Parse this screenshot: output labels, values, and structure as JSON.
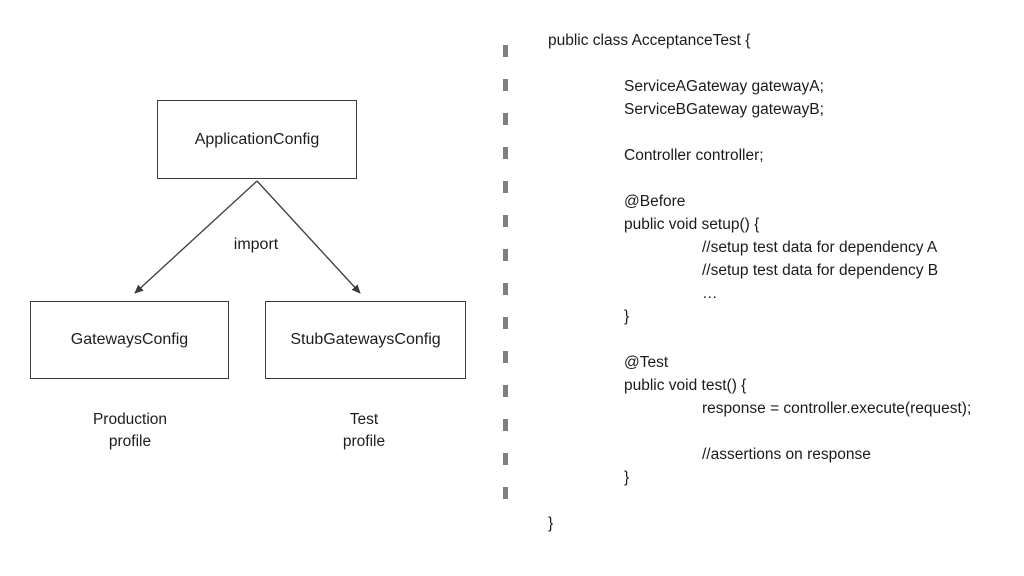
{
  "diagram": {
    "nodes": {
      "application": {
        "label": "ApplicationConfig"
      },
      "gateways": {
        "label": "GatewaysConfig"
      },
      "stub_gateways": {
        "label": "StubGatewaysConfig"
      }
    },
    "edge_label": "import",
    "captions": {
      "production": "Production\nprofile",
      "test": "Test\nprofile"
    }
  },
  "code": {
    "lines": {
      "0": {
        "text": "public class AcceptanceTest {"
      },
      "1": {
        "text": ""
      },
      "2": {
        "text": "ServiceAGateway gatewayA;"
      },
      "3": {
        "text": "ServiceBGateway gatewayB;"
      },
      "4": {
        "text": ""
      },
      "5": {
        "text": "Controller controller;"
      },
      "6": {
        "text": ""
      },
      "7": {
        "text": "@Before"
      },
      "8": {
        "text": "public void setup() {"
      },
      "9": {
        "text": "//setup test data for dependency A"
      },
      "10": {
        "text": "//setup test data for dependency B"
      },
      "11": {
        "text": "…"
      },
      "12": {
        "text": "}"
      },
      "13": {
        "text": ""
      },
      "14": {
        "text": "@Test"
      },
      "15": {
        "text": "public void test() {"
      },
      "16": {
        "text": "response = controller.execute(request);"
      },
      "17": {
        "text": ""
      },
      "18": {
        "text": "//assertions on response"
      },
      "19": {
        "text": "}"
      },
      "20": {
        "text": ""
      },
      "21": {
        "text": "}"
      }
    }
  },
  "colors": {
    "divider_gray": "#7f7f7f",
    "box_border": "#3a3a3a",
    "text": "#1d1d1d",
    "background": "#ffffff"
  }
}
